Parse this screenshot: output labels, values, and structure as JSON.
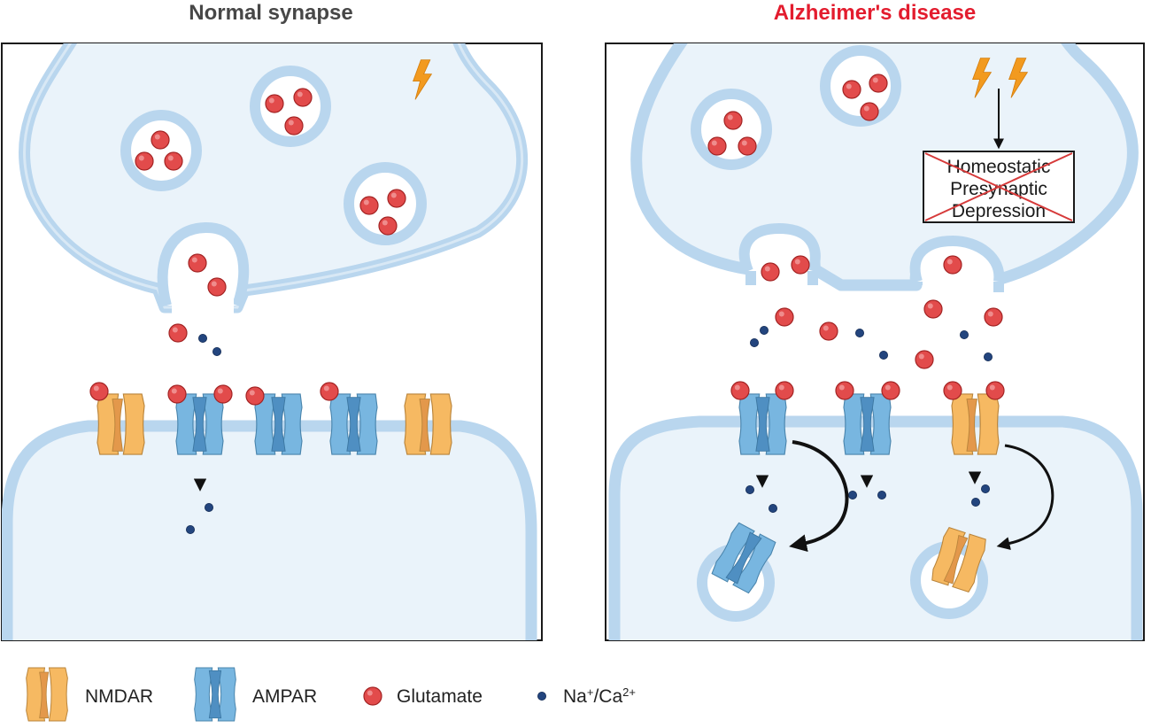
{
  "panels": {
    "left": {
      "title": "Normal synapse"
    },
    "right": {
      "title": "Alzheimer's disease",
      "box_lines": [
        "Homeostatic",
        "Presynaptic",
        "Depression"
      ]
    }
  },
  "legend": {
    "nmdar": "NMDAR",
    "ampar": "AMPAR",
    "glutamate": "Glutamate",
    "ion_base": "Na",
    "ion_sup1": "+",
    "ion_mid": "/Ca",
    "ion_sup2": "2+"
  },
  "icons": [
    "lightning-bolt-icon",
    "nmdar-receptor-icon",
    "ampar-receptor-icon",
    "glutamate-icon",
    "ion-icon",
    "cross-out-icon"
  ],
  "colors": {
    "membrane": "#b9d6ee",
    "cytoplasm": "#eaf3fa",
    "glutamate": "#e24b4b",
    "ion": "#23457e",
    "nmdar": "#f6b962",
    "ampar": "#78b6e0",
    "bolt": "#f29a1f",
    "title_normal": "#474747",
    "title_ad": "#e31c2e",
    "cross": "#d63a3a"
  }
}
